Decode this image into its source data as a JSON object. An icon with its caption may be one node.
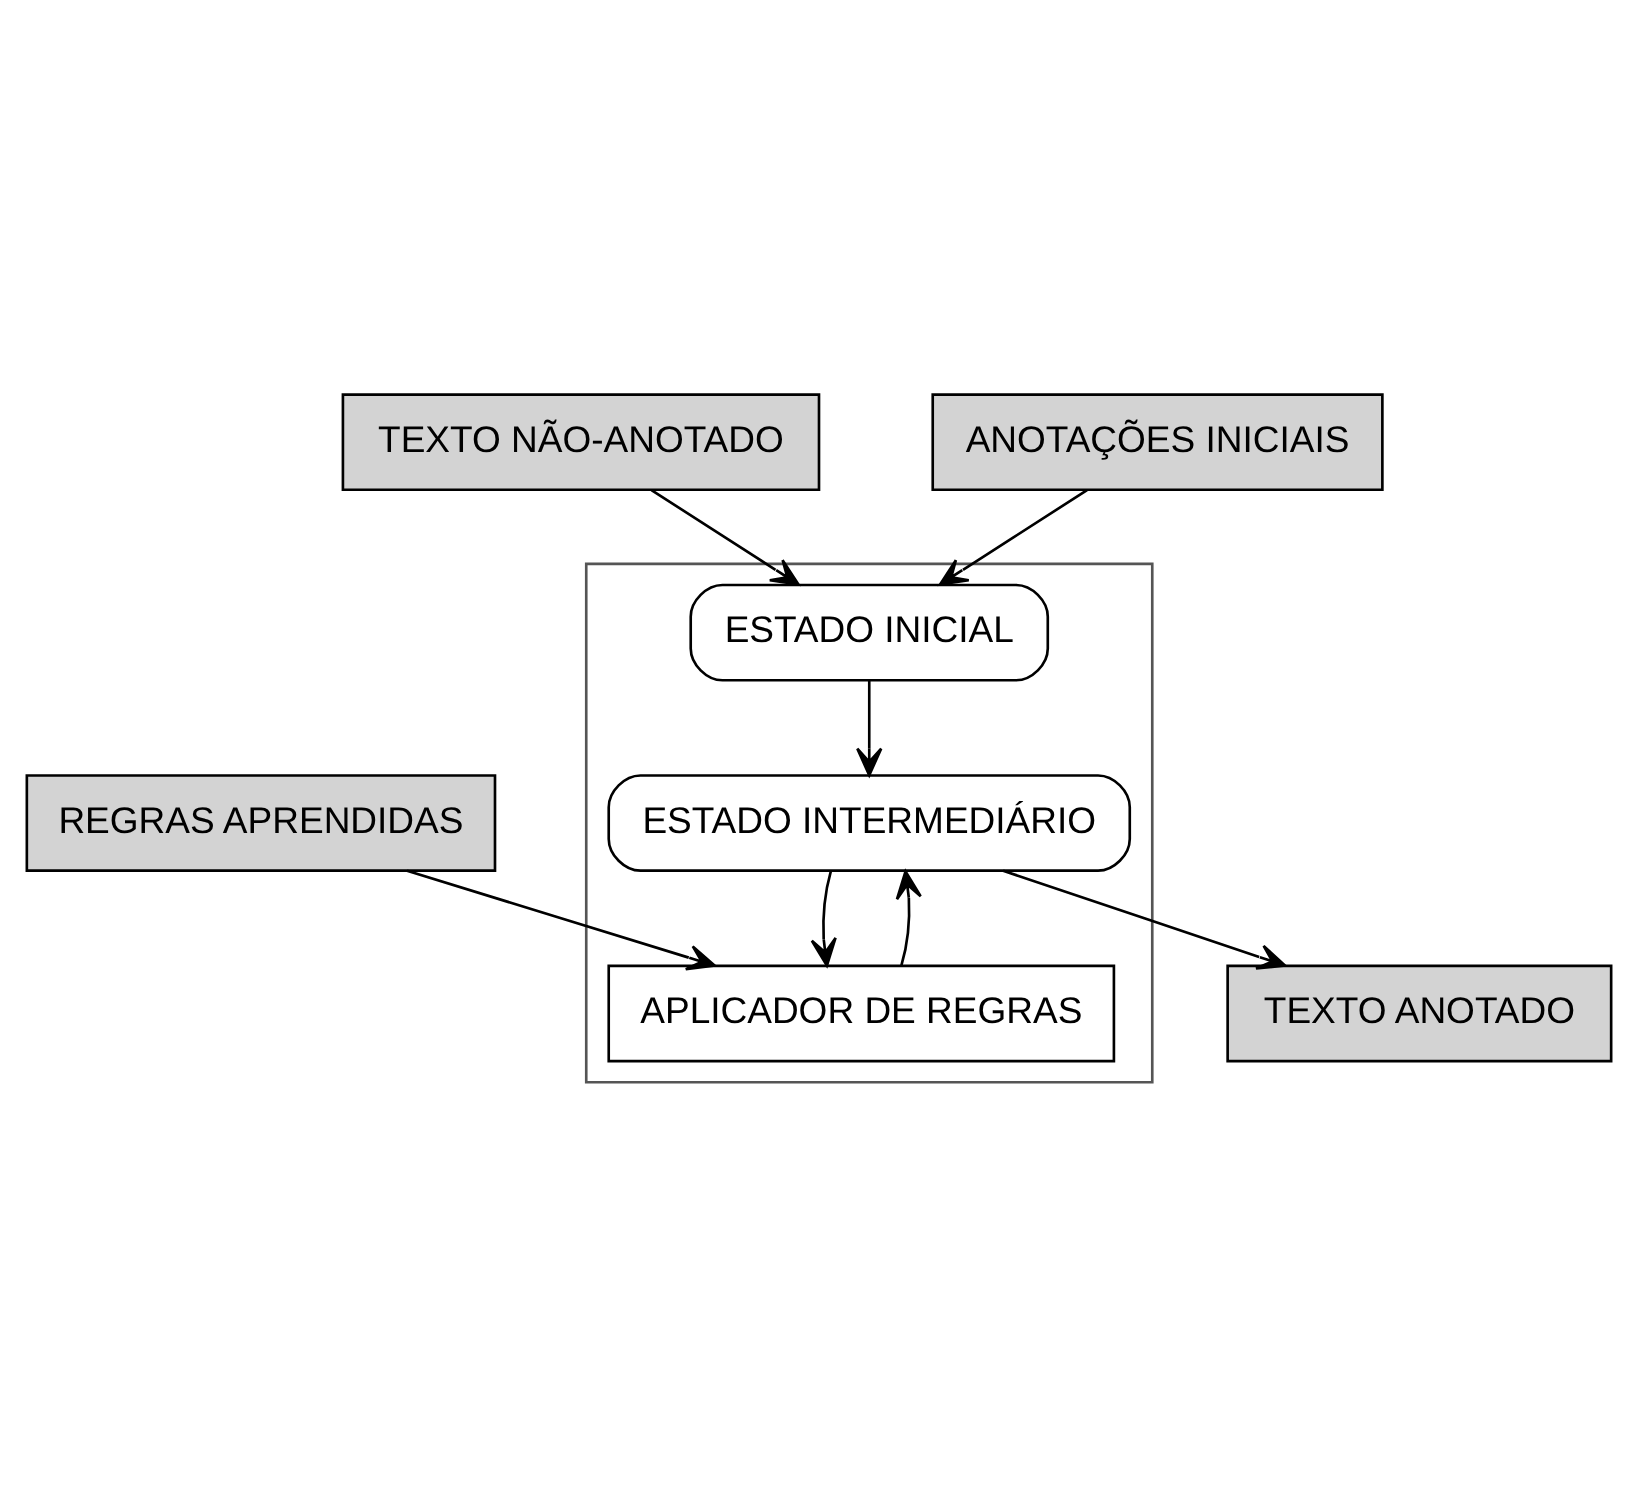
{
  "diagram": {
    "nodes": [
      {
        "text": [
          "TEXTO NÃO-ANOTADO"
        ]
      },
      {
        "text": [
          "ANOTAÇÕES INICIAIS"
        ]
      },
      {
        "text": [],
        "shape": "box"
      },
      {
        "text": [
          "ESTADO INICIAL"
        ],
        "in": 2
      },
      {
        "text": [
          "ESTADO INTERMEDIÁRIO"
        ],
        "in": 2
      },
      {
        "text": [
          "TEXTO ANOTADO"
        ]
      },
      {
        "text": [
          "APLICADOR DE REGRAS"
        ],
        "in": 2
      },
      {
        "text": [
          "REGRAS APRENDIDAS"
        ]
      }
    ],
    "edges": [
      {
        "from": 0,
        "to": 3,
        "arrow": "to"
      },
      {
        "from": 1,
        "to": 3,
        "arrow": "to"
      },
      {
        "from": 3,
        "to": 4,
        "arrow": "to"
      },
      {
        "from": 4,
        "to": 5,
        "arrow": "to"
      },
      {
        "from": 4,
        "to": 6,
        "arrow": "to"
      },
      {
        "from": 7,
        "to": 6,
        "arrow": "to"
      },
      {
        "from": 6,
        "to": 4,
        "arrow": "to"
      }
    ]
  }
}
